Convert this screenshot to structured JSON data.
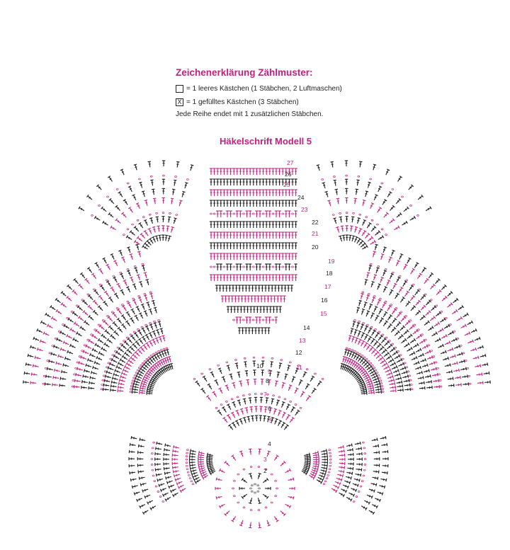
{
  "legend": {
    "title": "Zeichenerklärung Zählmuster:",
    "empty_symbol": "",
    "empty_text": "= 1 leeres Kästchen (1 Stäbchen, 2 Luftmaschen)",
    "filled_symbol": "X",
    "filled_text": "= 1 gefülltes Kästchen (3 Stäbchen)",
    "note": "Jede Reihe endet mit 1 zusätzlichen Stäbchen."
  },
  "diagram": {
    "title": "Häkelschrift Modell 5",
    "row_numbers": [
      "2",
      "3",
      "4",
      "5",
      "6",
      "7",
      "8",
      "9",
      "10",
      "11",
      "12",
      "13",
      "14",
      "15",
      "16",
      "17",
      "18",
      "19",
      "20",
      "21",
      "22",
      "23",
      "24",
      "25",
      "26",
      "27"
    ]
  },
  "colors": {
    "accent": "#c0227f",
    "ink": "#1a1a1a",
    "chain": "#555555"
  }
}
